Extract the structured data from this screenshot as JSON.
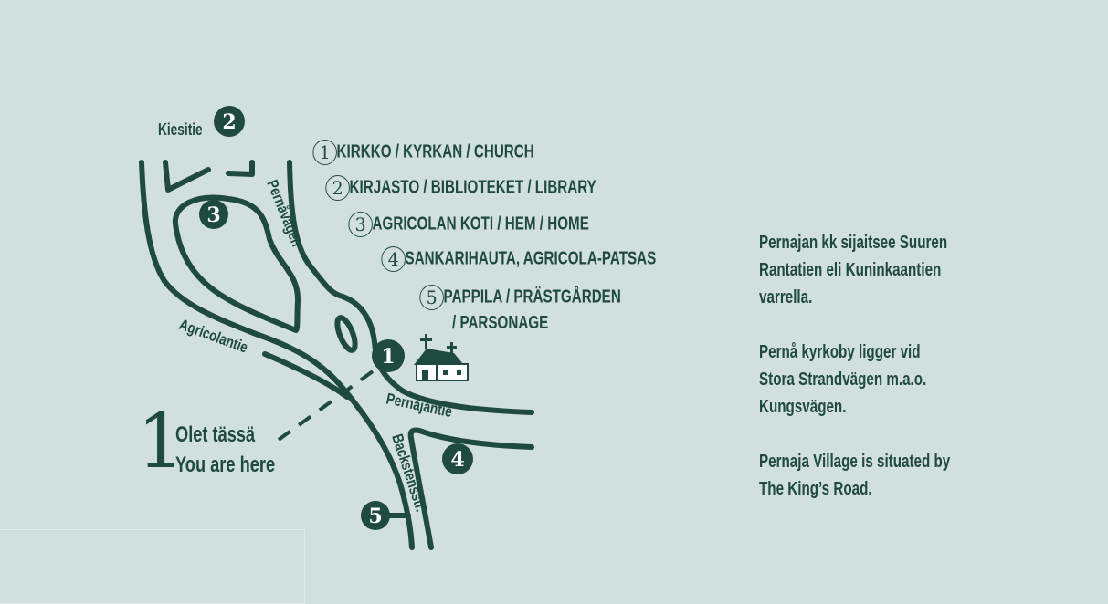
{
  "colors": {
    "background": "#d1dfde",
    "ink": "#1f4a3f"
  },
  "map": {
    "street_labels": [
      "Kiesitie",
      "Pernåvägen",
      "Agricolantie",
      "Pernajantie",
      "Backstensstr."
    ],
    "markers": [
      "1",
      "2",
      "3",
      "4",
      "5"
    ],
    "church_icon": "church-icon",
    "you_are_here": {
      "number": "1",
      "fi": "Olet tässä",
      "en": "You are here"
    }
  },
  "legend": [
    {
      "num": "1",
      "label": "KIRKKO / KYRKAN / CHURCH"
    },
    {
      "num": "2",
      "label": "KIRJASTO / BIBLIOTEKET / LIBRARY"
    },
    {
      "num": "3",
      "label": "AGRICOLAN KOTI / HEM / HOME"
    },
    {
      "num": "4",
      "label": "SANKARIHAUTA, AGRICOLA-PATSAS"
    },
    {
      "num": "5",
      "label": "PAPPILA / PRÄSTGÅRDEN",
      "label2": "/ PARSONAGE"
    }
  ],
  "info": {
    "fi": [
      "Pernajan kk sijaitsee Suuren",
      "Rantatien eli Kuninkaantien",
      "varrella."
    ],
    "sv": [
      "Pernå kyrkoby ligger vid",
      "Stora Strandvägen m.a.o.",
      "Kungsvägen."
    ],
    "en": [
      "Pernaja Village is situated by",
      "The King’s Road."
    ]
  }
}
